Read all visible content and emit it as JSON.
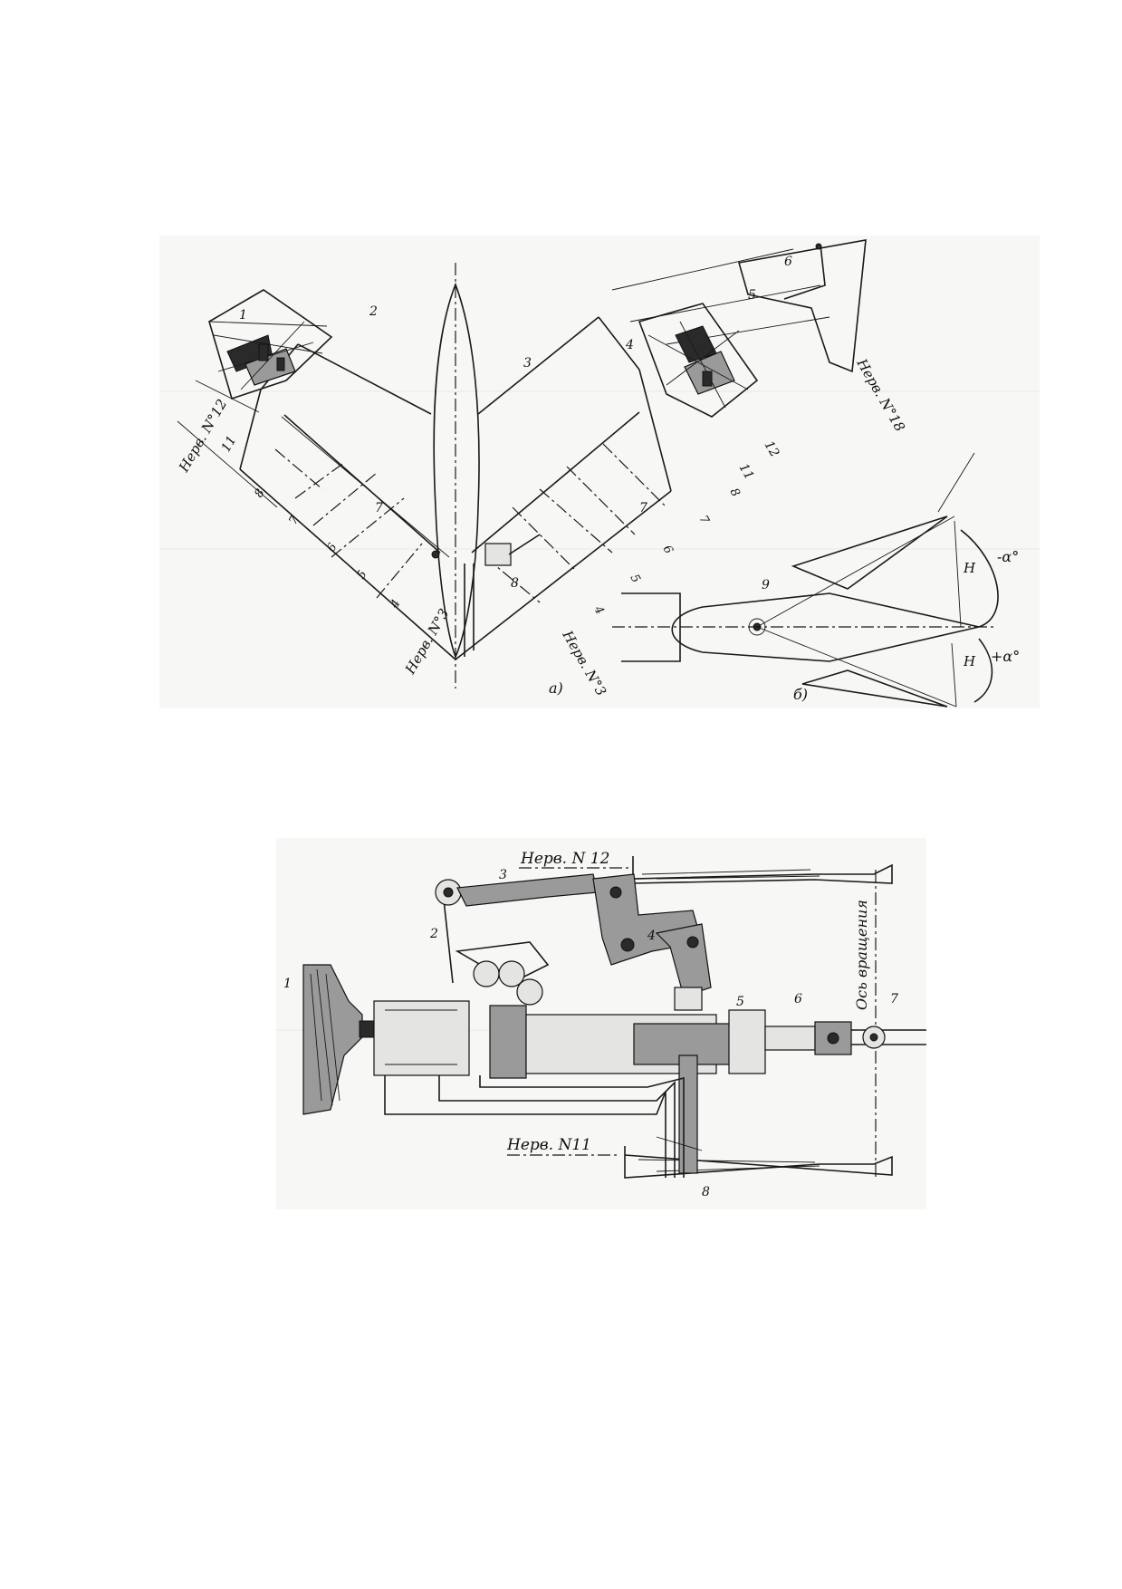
{
  "figure_a": {
    "caption": "а)",
    "rib_labels": [
      "Нерв. N°3",
      "Нерв. N°3",
      "Нерв. N°12",
      "Нерв. N°18"
    ],
    "callouts": [
      "1",
      "2",
      "3",
      "4",
      "5",
      "6",
      "7",
      "7",
      "8",
      "11",
      "11",
      "12"
    ],
    "station_numbers": [
      "4",
      "5",
      "6",
      "7",
      "8",
      "4",
      "5",
      "6",
      "7",
      "8"
    ]
  },
  "figure_b": {
    "caption": "б)",
    "callout_9": "9",
    "h_label": "Н",
    "angle_minus": "-α°",
    "angle_plus": "+α°"
  },
  "figure_c": {
    "rib_top": "Нерв. N 12",
    "rib_bottom": "Нерв. N11",
    "rotation_axis": "Ось вращения",
    "callouts": [
      "1",
      "2",
      "3",
      "4",
      "5",
      "6",
      "7",
      "8"
    ]
  }
}
